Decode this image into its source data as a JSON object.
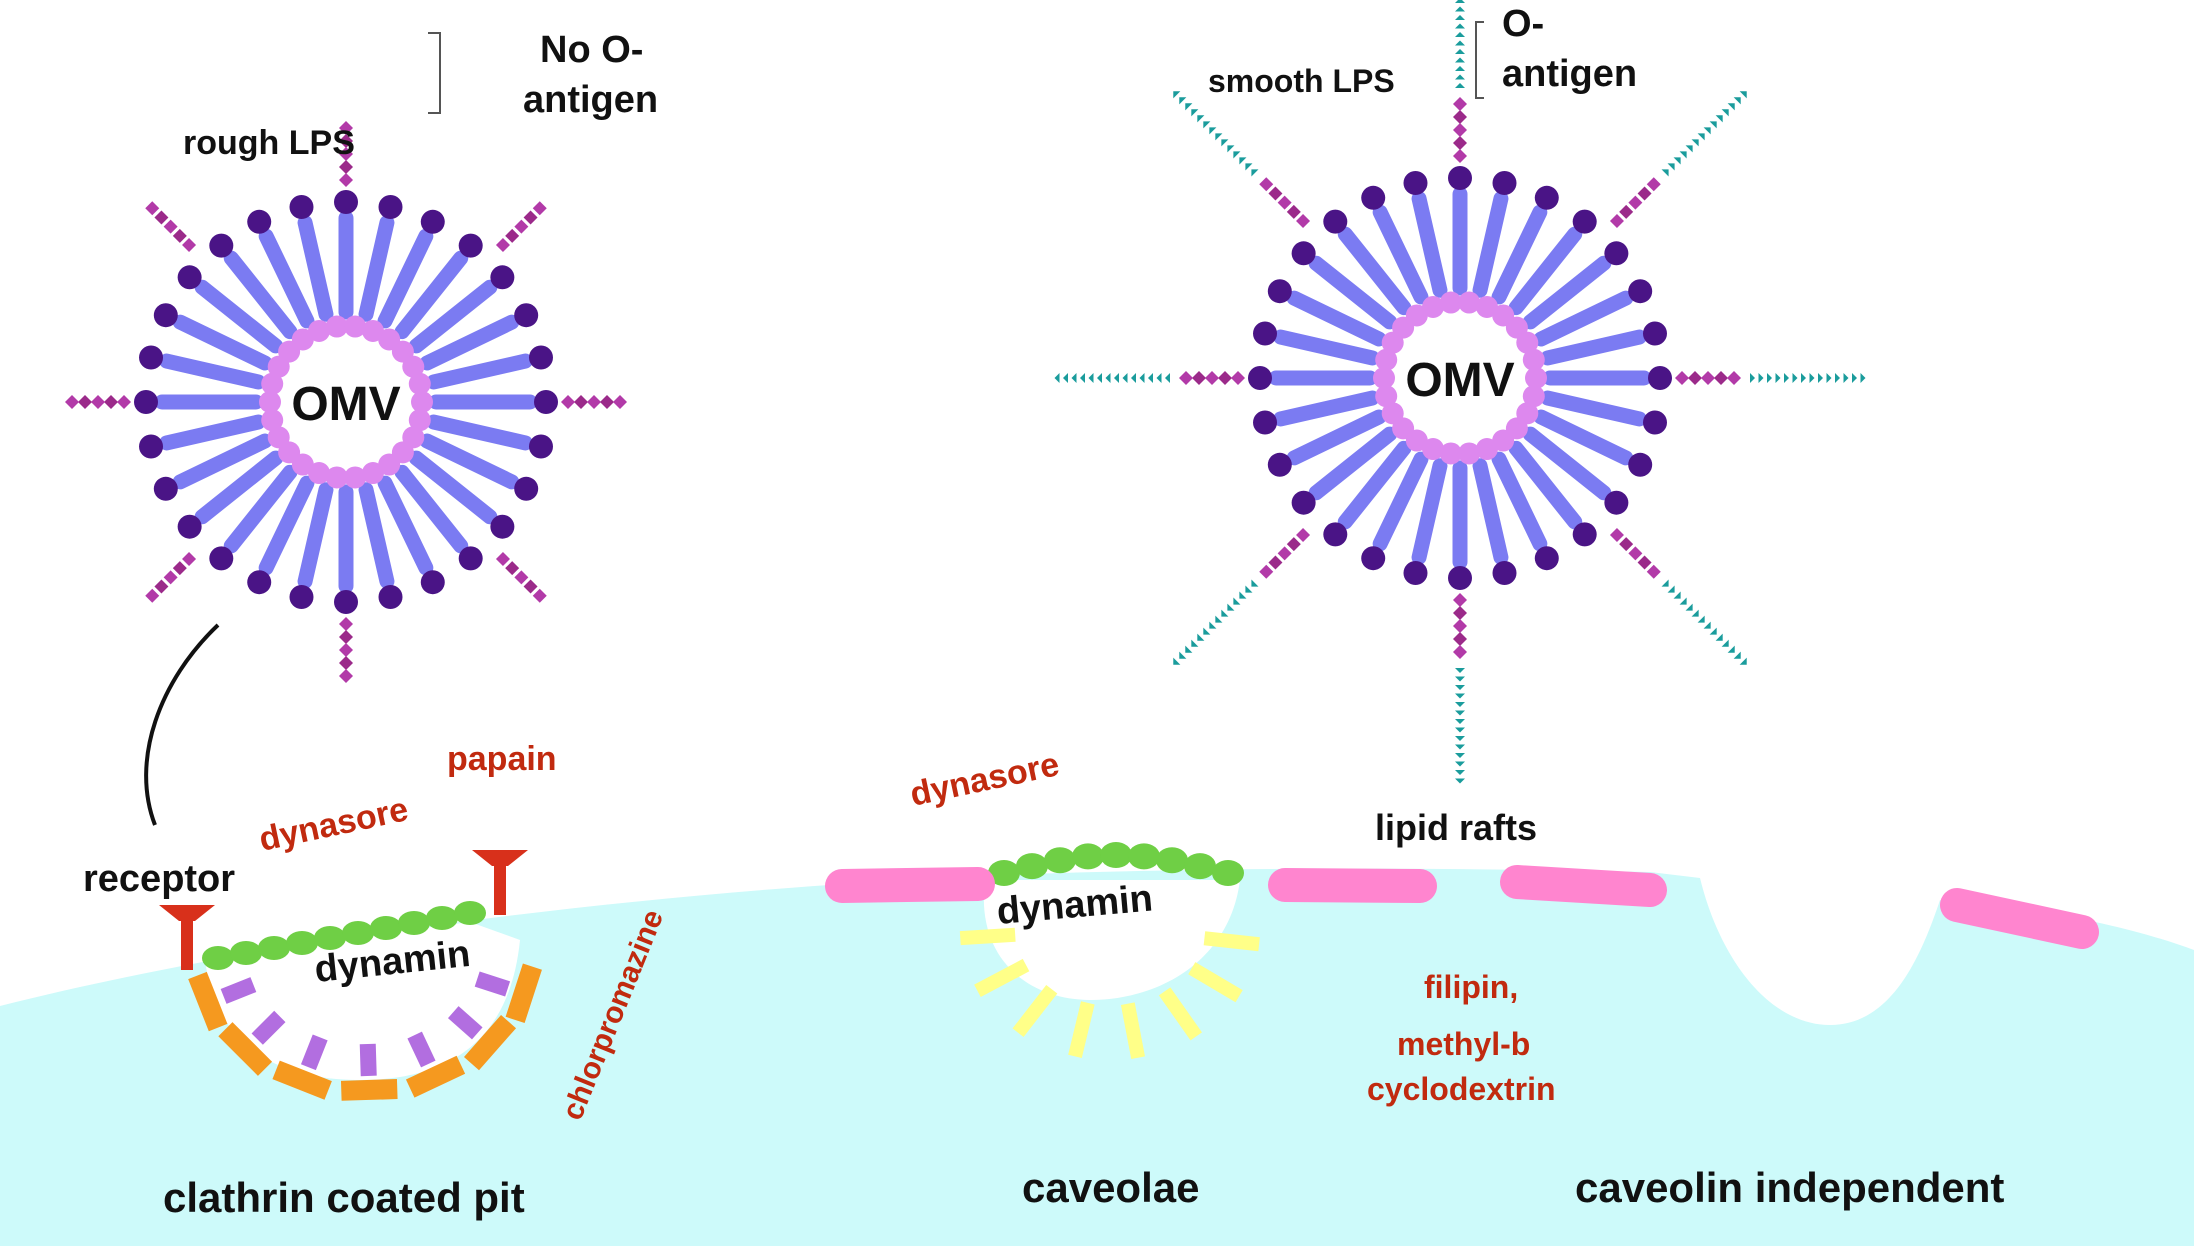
{
  "labels": {
    "no_o_antigen": [
      "No O-",
      "antigen"
    ],
    "rough_lps": "rough LPS",
    "smooth_lps": "smooth LPS",
    "o_antigen": [
      "O-",
      "antigen"
    ],
    "omv_left": "OMV",
    "omv_right": "OMV",
    "receptor": "receptor",
    "dynamin_pit": "dynamin",
    "dynamin_caveolae": "dynamin",
    "lipid_rafts": "lipid rafts",
    "pathway_clathrin": "clathrin coated pit",
    "pathway_caveolae": "caveolae",
    "pathway_independent": "caveolin independent"
  },
  "inhibitors": {
    "papain": "papain",
    "dynasore_pit": "dynasore",
    "dynasore_caveolae": "dynasore",
    "chlorpromazine": "chlorpromazine",
    "filipin": "filipin,",
    "methyl_b": "methyl-b",
    "cyclodextrin": "cyclodextrin"
  },
  "colors": {
    "cell_fill": "#cdfafa",
    "inhibitor_text": "#c12a0f",
    "label_text": "#111111",
    "lipid_tail": "#7b7bf2",
    "lipid_head": "#4a1486",
    "inner_head": "#dd88ee",
    "core_lps": "#9b2a8a",
    "o_antigen": "#1a9c9c",
    "raft": "#ff85cf",
    "dynamin": "#6fcf45",
    "clathrin": "#f5991f",
    "adaptor": "#b26ee0",
    "caveolin": "#ffff88",
    "receptor": "#d8301b"
  }
}
